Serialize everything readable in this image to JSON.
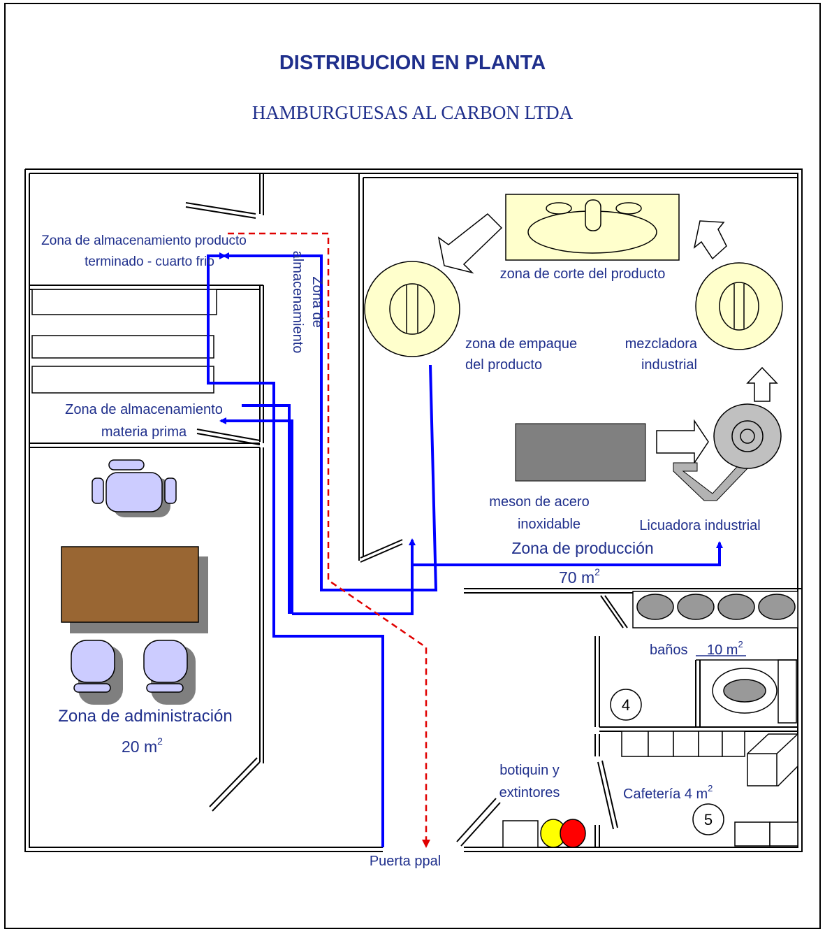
{
  "title": "DISTRIBUCION EN PLANTA",
  "subtitle": "HAMBURGUESAS AL CARBON LTDA",
  "labels": {
    "cold_storage_1": "Zona de almacenamiento producto",
    "cold_storage_2": "terminado - cuarto frio",
    "storage_zone_1": "Zona de",
    "storage_zone_2": "almacenamiento",
    "raw_material_1": "Zona de almacenamiento",
    "raw_material_2": "materia prima",
    "cutting_zone": "zona de corte del producto",
    "packing_zone_1": "zona de empaque",
    "packing_zone_2": "del producto",
    "mixer_1": "mezcladora",
    "mixer_2": "industrial",
    "steel_table_1": "meson de acero",
    "steel_table_2": "inoxidable",
    "blender": "Licuadora industrial",
    "production_zone": "Zona de producción",
    "production_area": "70 m",
    "admin_zone": "Zona de administración",
    "admin_area": "20 m",
    "bathrooms": "baños",
    "bathrooms_area": "10 m",
    "first_aid_1": "botiquin y",
    "first_aid_2": "extintores",
    "cafeteria": "Cafetería 4 m",
    "main_door": "Puerta ppal",
    "number_4": "4",
    "number_5": "5",
    "squared": "2"
  },
  "colors": {
    "text": "#1f2f8c",
    "flow_arrow": "#0000ff",
    "dashed_path": "#e00000",
    "equipment_fill": "#ffffcc",
    "desk": "#996633",
    "chair": "#ccccff",
    "steel_table": "#808080",
    "extinguisher_yellow": "#ffff00",
    "extinguisher_red": "#ff0000"
  }
}
